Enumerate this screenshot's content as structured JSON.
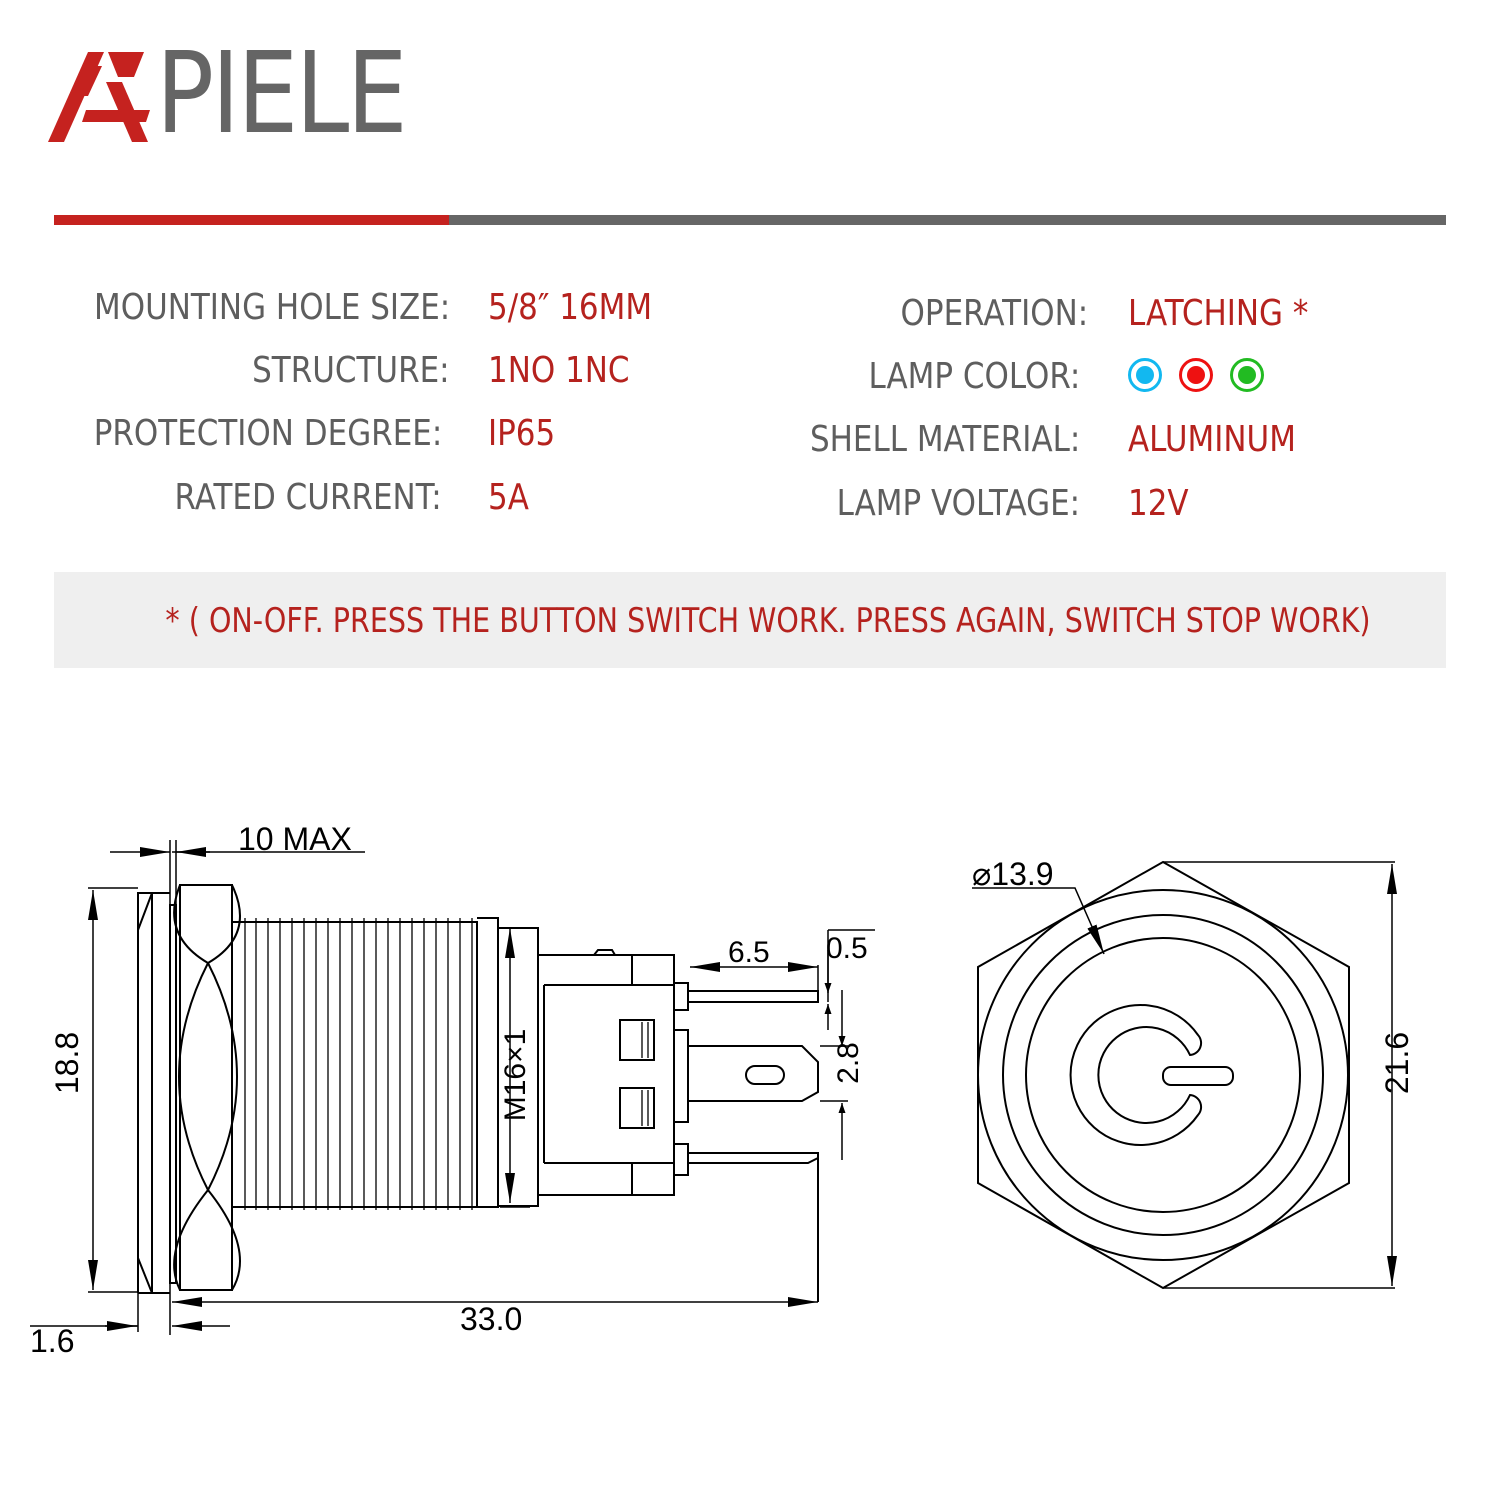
{
  "brand": {
    "name": "PIELE",
    "logo_mark": "A",
    "accent_color": "#c5221f",
    "text_color": "#656565"
  },
  "specs_left": [
    {
      "label": "MOUNTING HOLE SIZE:",
      "value": "5/8″  16MM"
    },
    {
      "label": "STRUCTURE:",
      "value": "1NO 1NC"
    },
    {
      "label": "PROTECTION DEGREE:",
      "value": "IP65"
    },
    {
      "label": "RATED CURRENT:",
      "value": "5A"
    }
  ],
  "specs_right": [
    {
      "label": "OPERATION:",
      "value": "LATCHING  *"
    },
    {
      "label": "LAMP COLOR:",
      "value": ""
    },
    {
      "label": "SHELL MATERIAL:",
      "value": "ALUMINUM"
    },
    {
      "label": "LAMP VOLTAGE:",
      "value": "12V"
    }
  ],
  "lamp_colors": [
    {
      "name": "blue",
      "hex": "#12b8f0"
    },
    {
      "name": "red",
      "hex": "#ee1111"
    },
    {
      "name": "green",
      "hex": "#22bb22"
    }
  ],
  "note": "* ( ON-OFF. PRESS THE BUTTON SWITCH WORK. PRESS AGAIN, SWITCH STOP WORK)",
  "side_view": {
    "dim_10max": "10 MAX",
    "dim_18_8": "18.8",
    "dim_thread": "M16×1",
    "dim_6_5": "6.5",
    "dim_0_5": "0.5",
    "dim_2_8": "2.8",
    "dim_33_0": "33.0",
    "dim_1_6": "1.6"
  },
  "front_view": {
    "dim_diameter": "⌀13.9",
    "dim_21_6": "21.6"
  }
}
